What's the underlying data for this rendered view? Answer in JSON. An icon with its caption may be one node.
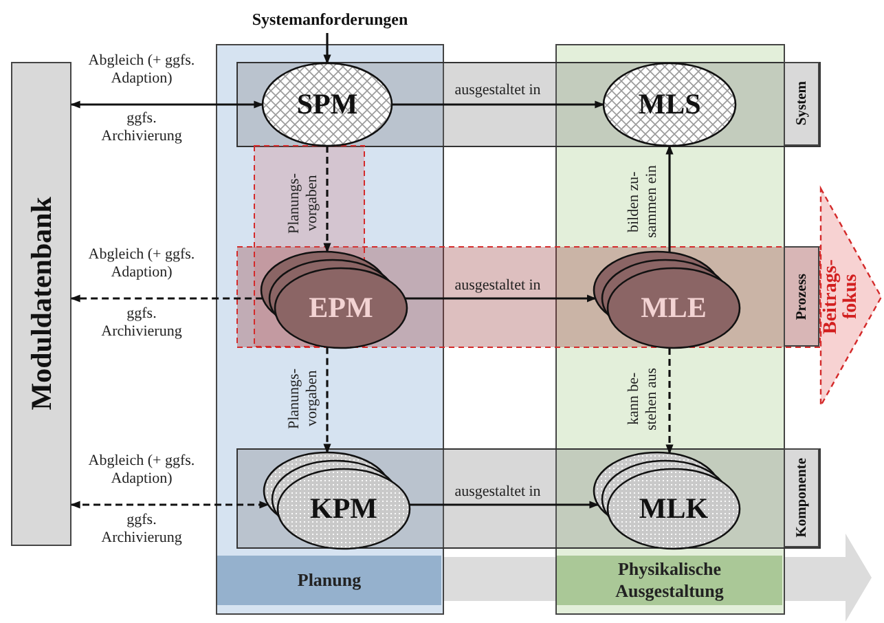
{
  "diagram": {
    "nodes": [
      {
        "text": [
          "Systemanforderungen"
        ]
      },
      {
        "text": [
          "Moduldatenbank"
        ]
      },
      {
        "text": [
          "Planung"
        ]
      },
      {
        "text": [
          "Physikalische Ausgestaltung"
        ]
      },
      {
        "text": [
          "System"
        ]
      },
      {
        "text": [
          "SPM"
        ]
      },
      {
        "text": [
          "MLS"
        ]
      },
      {
        "text": [
          "Prozess"
        ]
      },
      {
        "text": [
          "EPM"
        ]
      },
      {
        "text": [
          "MLE"
        ]
      },
      {
        "text": [
          "Beitrags- fokus"
        ]
      },
      {
        "text": [
          "Komponente"
        ]
      },
      {
        "text": [
          "KPM"
        ]
      },
      {
        "text": [
          "MLK"
        ]
      }
    ],
    "edges": [
      {
        "from": 0,
        "to": 5,
        "arrow": "to"
      },
      {
        "from": 1,
        "to": 5,
        "arrow": "both",
        "label": "Abgleich (+ ggfs. Adaption)"
      },
      {
        "from": 5,
        "to": 6,
        "arrow": "to",
        "label": "ausgestaltet in"
      },
      {
        "from": 5,
        "to": 8,
        "arrow": "to",
        "style": "dashed",
        "label": "Planungs- vorgaben"
      },
      {
        "from": 8,
        "to": 1,
        "arrow": "to",
        "style": "dashed",
        "label": "Abgleich (+ ggfs. Adaption)"
      },
      {
        "from": 8,
        "to": 9,
        "arrow": "to",
        "label": "ausgestaltet in"
      },
      {
        "from": 9,
        "to": 6,
        "arrow": "to",
        "label": "bilden zu- sammen ein"
      },
      {
        "from": 8,
        "to": 12,
        "arrow": "to",
        "style": "dashed",
        "label": "Planungs- vorgaben"
      },
      {
        "from": 9,
        "to": 13,
        "arrow": "to",
        "style": "dashed",
        "label": "kann be- stehen aus"
      },
      {
        "from": 1,
        "to": 12,
        "arrow": "both",
        "style": "dashed",
        "label": "Abgleich (+ ggfs. Adaption)"
      },
      {
        "from": 12,
        "to": 13,
        "arrow": "to",
        "label": "ausgestaltet in"
      }
    ],
    "labels": [
      "ggfs. Archivierung",
      "ggfs. Archivierung",
      "ggfs. Archivierung"
    ]
  }
}
